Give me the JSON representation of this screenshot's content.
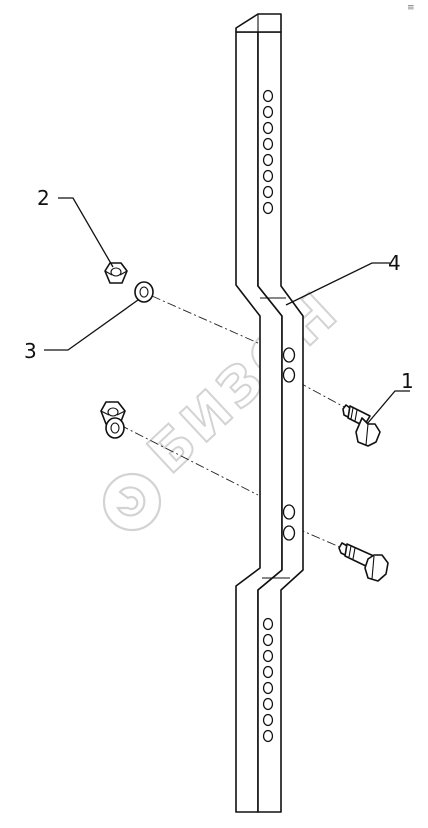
{
  "callouts": [
    {
      "id": "1",
      "label": "1"
    },
    {
      "id": "2",
      "label": "2"
    },
    {
      "id": "3",
      "label": "3"
    },
    {
      "id": "4",
      "label": "4"
    }
  ],
  "corner_mark": "≡",
  "watermark": {
    "text": "БИЗОН",
    "color": "#cfcfcf"
  },
  "colors": {
    "line": "#111111",
    "background": "#ffffff"
  }
}
